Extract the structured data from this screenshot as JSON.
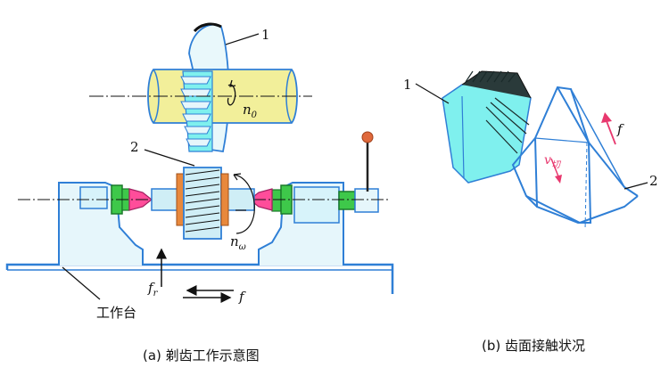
{
  "colors": {
    "outline": "#2f7fd6",
    "cutter_yellow": "#f2ef9a",
    "cyan_fill": "#7ff0ee",
    "light_blue": "#cfeef6",
    "gear_orange": "#e8883c",
    "center_pink": "#ff4d9a",
    "green": "#3ec84a",
    "handle_red": "#e0693c",
    "label_black": "#111111",
    "pink_arrow": "#e8386e"
  },
  "icons": {
    "shaving_cutter": "shaving-cutter-icon",
    "workpiece_gear": "workpiece-gear-icon",
    "worktable": "worktable-icon"
  },
  "diagram_a": {
    "label_1": "1",
    "label_2": "2",
    "cutter_speed": "n",
    "cutter_speed_sub": "0",
    "gear_speed": "n",
    "gear_speed_sub": "ω",
    "radial_feed": "f",
    "radial_feed_sub": "r",
    "feed": "f",
    "table_label": "工作台",
    "caption": "(a) 剃齿工作示意图"
  },
  "diagram_b": {
    "label_1": "1",
    "label_2": "2",
    "feed": "f",
    "velocity": "v",
    "velocity_sub": "切",
    "caption": "(b) 齿面接触状况"
  }
}
